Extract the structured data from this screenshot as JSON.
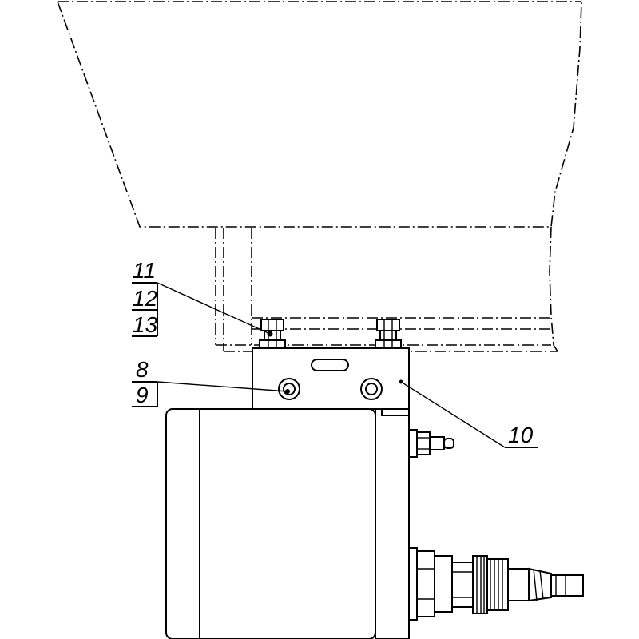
{
  "callouts": {
    "c11": "11",
    "c12": "12",
    "c13": "13",
    "c8": "8",
    "c9": "9",
    "c10": "10"
  },
  "colors": {
    "ink": "#000000",
    "paper": "#ffffff"
  }
}
